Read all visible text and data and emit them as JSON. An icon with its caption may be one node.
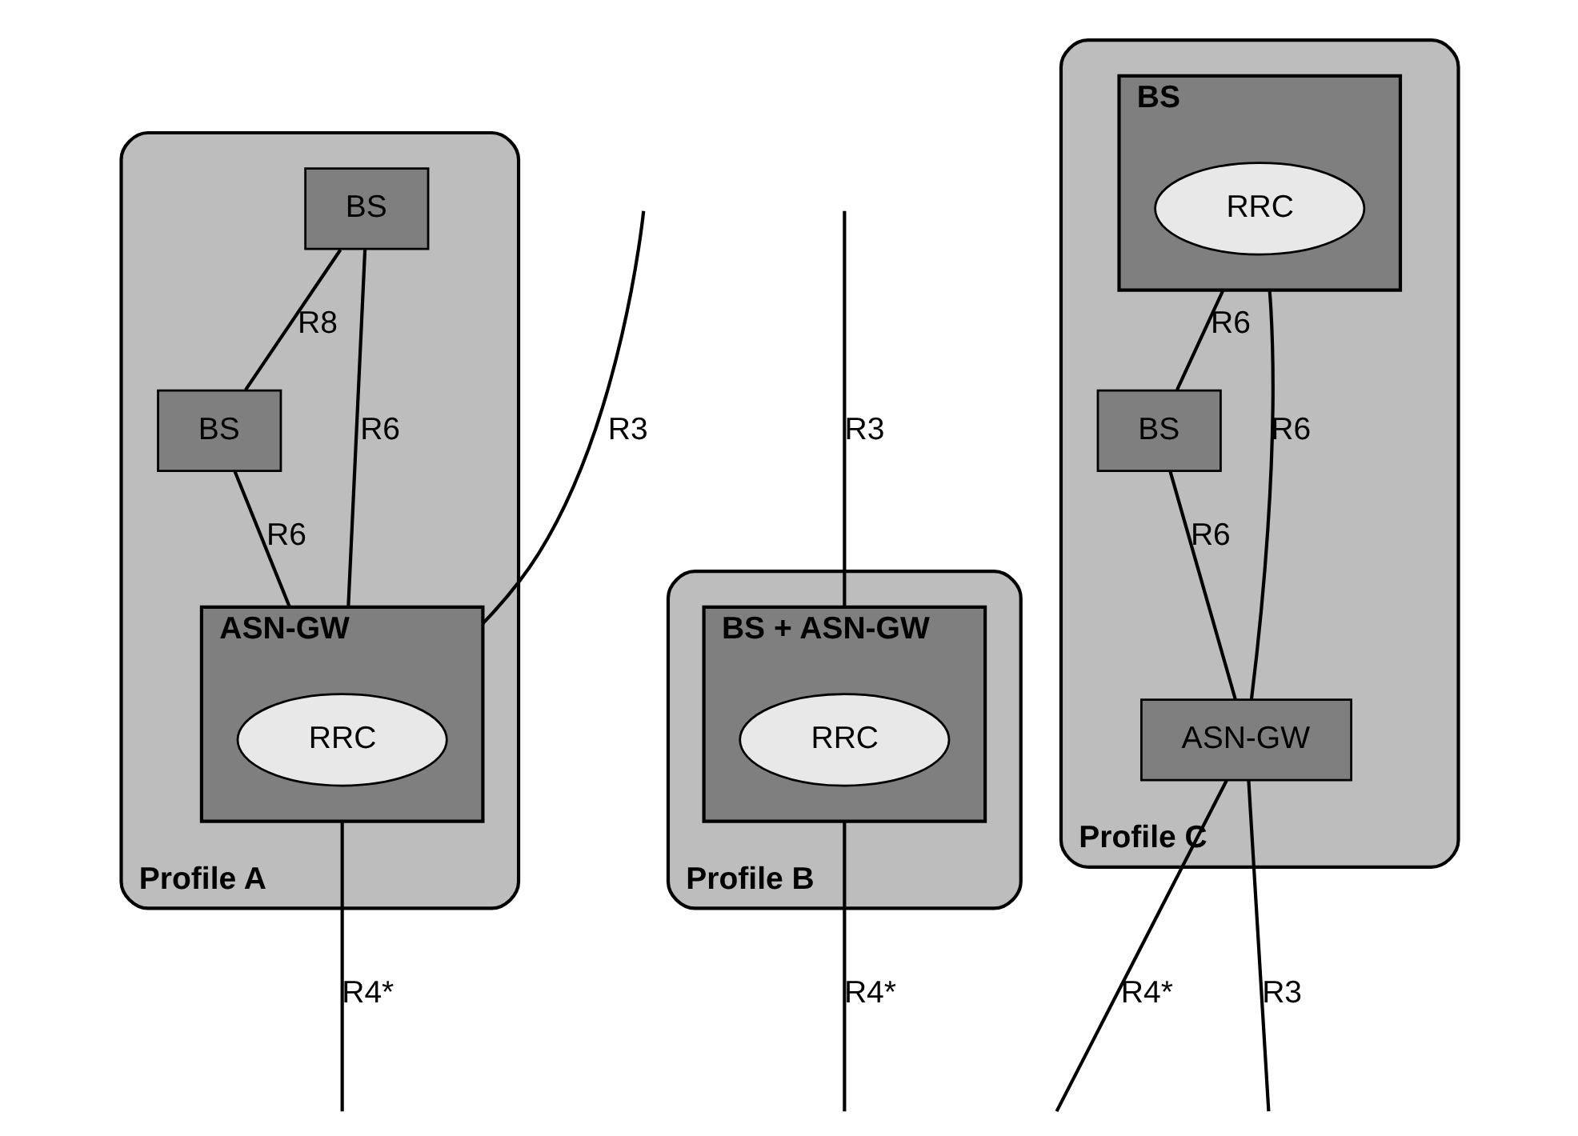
{
  "diagram": {
    "nodes": [
      {
        "text": [
          "Profile A"
        ]
      },
      {
        "text": [
          "BS"
        ],
        "in": 0
      },
      {
        "text": [
          "BS"
        ],
        "in": 0
      },
      {
        "text": [
          "ASN-GW"
        ],
        "in": 0
      },
      {
        "text": [
          "RRC"
        ],
        "in": 3
      },
      {
        "text": [
          "Profile B"
        ]
      },
      {
        "text": [
          "BS + ASN-GW"
        ],
        "in": 5
      },
      {
        "text": [
          "RRC"
        ],
        "in": 6
      },
      {
        "text": [
          "Profile C"
        ]
      },
      {
        "text": [
          "BS"
        ],
        "in": 8
      },
      {
        "text": [
          "RRC"
        ],
        "in": 9
      },
      {
        "text": [
          "BS"
        ],
        "in": 8
      },
      {
        "text": [
          "ASN-GW"
        ],
        "in": 8
      }
    ],
    "edges": [
      {
        "from": null,
        "to": 3,
        "arrow": "none",
        "label": "R3"
      },
      {
        "from": 1,
        "to": 3,
        "arrow": "none",
        "label": "R6"
      },
      {
        "from": 1,
        "to": 2,
        "arrow": "none",
        "label": "R8"
      },
      {
        "from": 2,
        "to": 3,
        "arrow": "none",
        "label": "R6"
      },
      {
        "from": 3,
        "to": null,
        "arrow": "none",
        "label": "R4*"
      },
      {
        "from": null,
        "to": 6,
        "arrow": "none",
        "label": "R3"
      },
      {
        "from": 6,
        "to": null,
        "arrow": "none",
        "label": "R4*"
      },
      {
        "from": 9,
        "to": 11,
        "arrow": "none",
        "label": "R6"
      },
      {
        "from": 11,
        "to": 12,
        "arrow": "none",
        "label": "R6"
      },
      {
        "from": 9,
        "to": 12,
        "arrow": "none",
        "label": "R6"
      },
      {
        "from": 12,
        "to": null,
        "arrow": "none",
        "label": "R4*"
      },
      {
        "from": 12,
        "to": null,
        "arrow": "none",
        "label": "R3"
      }
    ]
  }
}
